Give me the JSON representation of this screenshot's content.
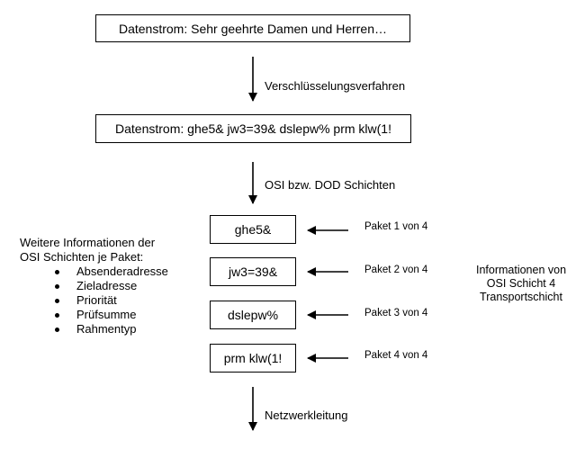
{
  "boxes": {
    "stream_plain": "Datenstrom: Sehr geehrte Damen und Herren…",
    "stream_encrypted": "Datenstrom: ghe5& jw3=39& dslepw% prm klw(1!"
  },
  "arrow_labels": {
    "encryption": "Verschlüsselungsverfahren",
    "layers": "OSI bzw. DOD Schichten",
    "network": "Netzwerkleitung"
  },
  "packets": [
    {
      "content": "ghe5&",
      "label": "Paket 1 von 4"
    },
    {
      "content": "jw3=39&",
      "label": "Paket 2 von 4"
    },
    {
      "content": "dslepw%",
      "label": "Paket 3 von 4"
    },
    {
      "content": "prm klw(1!",
      "label": "Paket 4 von 4"
    }
  ],
  "left_info": {
    "heading_line1": "Weitere Informationen der",
    "heading_line2": "OSI Schichten je Paket:",
    "items": [
      "Absenderadresse",
      "Zieladresse",
      "Priorität",
      "Prüfsumme",
      "Rahmentyp"
    ]
  },
  "right_info": {
    "line1": "Informationen von",
    "line2": "OSI Schicht 4",
    "line3": "Transportschicht"
  }
}
